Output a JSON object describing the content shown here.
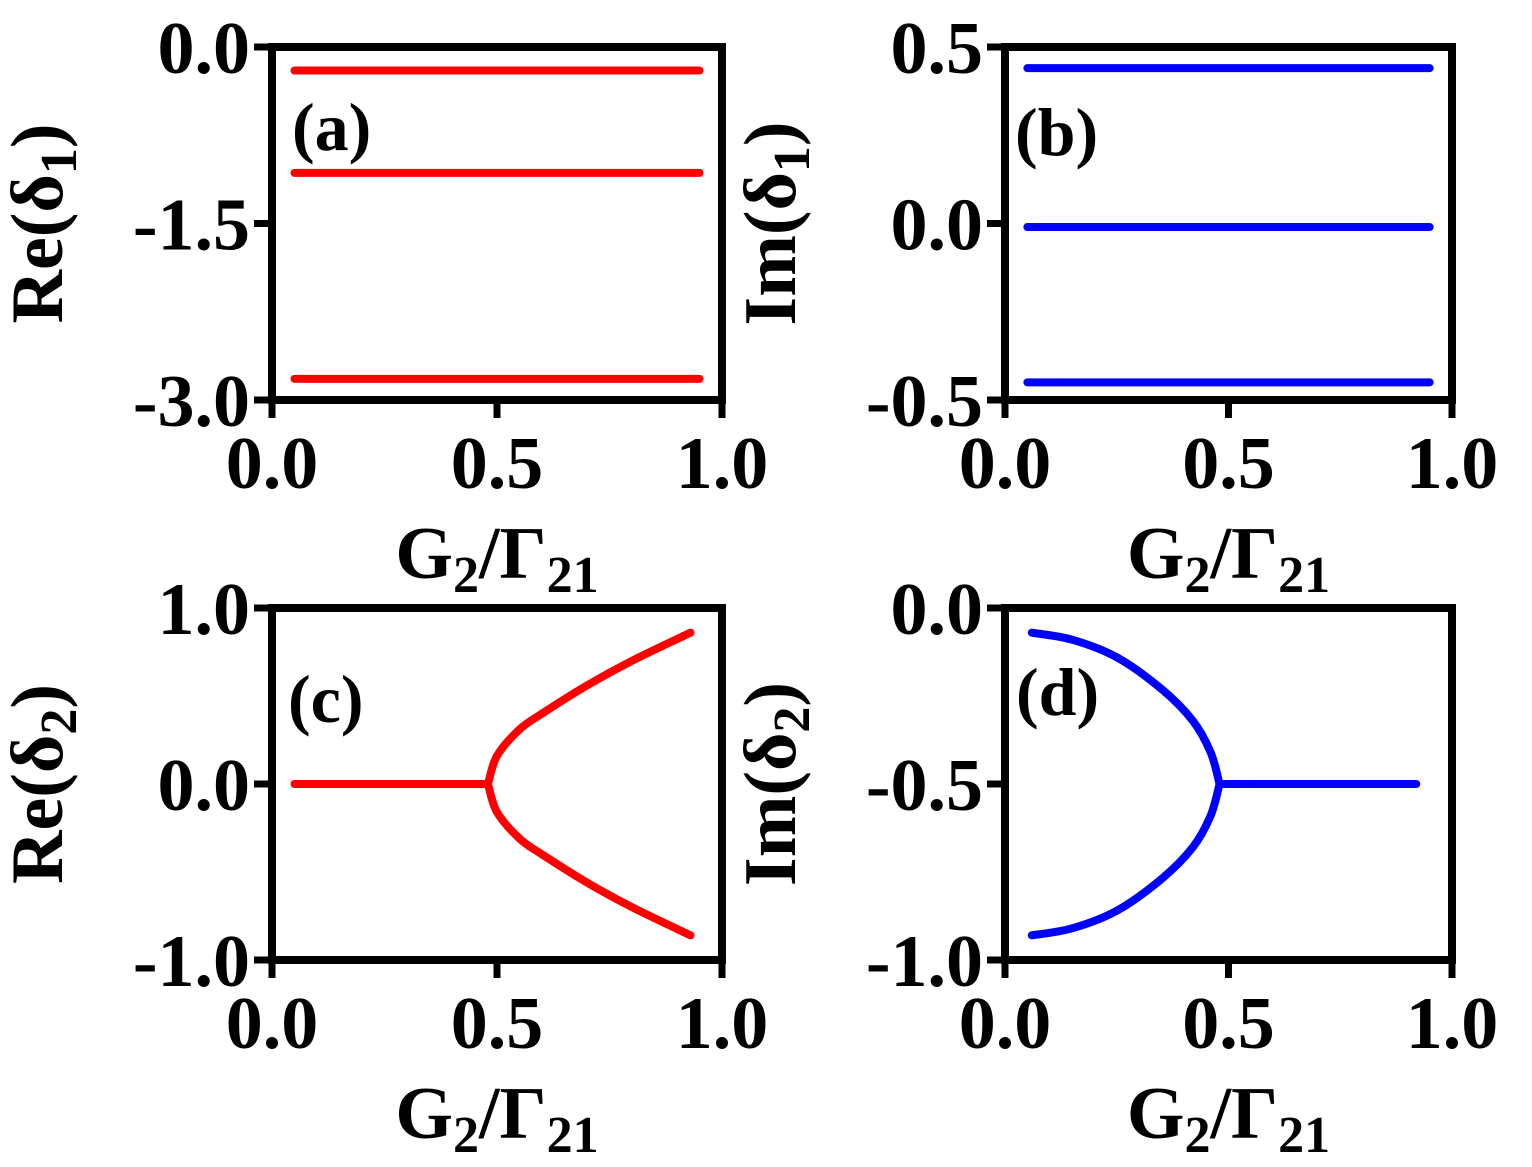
{
  "chart_data": [
    {
      "id": "a",
      "type": "line",
      "panel_label": "(a)",
      "xlabel": {
        "base": "G",
        "sub1": "2",
        "mid": "/Γ",
        "sub2": "21"
      },
      "ylabel": {
        "prefix": "Re(δ",
        "sub": "1",
        "suffix": ")"
      },
      "xlim": [
        0.0,
        1.0
      ],
      "ylim": [
        -3.0,
        0.0
      ],
      "xticks": [
        0.0,
        0.5,
        1.0
      ],
      "xtick_labels": [
        "0.0",
        "0.5",
        "1.0"
      ],
      "yticks": [
        0.0,
        -1.5,
        -3.0
      ],
      "ytick_labels": [
        "0.0",
        "-1.5",
        "-3.0"
      ],
      "color": "#ff0000",
      "series": [
        {
          "x": [
            0.05,
            0.95
          ],
          "y": [
            -0.2,
            -0.2
          ]
        },
        {
          "x": [
            0.05,
            0.95
          ],
          "y": [
            -1.07,
            -1.07
          ]
        },
        {
          "x": [
            0.05,
            0.95
          ],
          "y": [
            -2.82,
            -2.82
          ]
        }
      ]
    },
    {
      "id": "b",
      "type": "line",
      "panel_label": "(b)",
      "xlabel": {
        "base": "G",
        "sub1": "2",
        "mid": "/Γ",
        "sub2": "21"
      },
      "ylabel": {
        "prefix": "Im(δ",
        "sub": "1",
        "suffix": ")"
      },
      "xlim": [
        0.0,
        1.0
      ],
      "ylim": [
        -0.5,
        0.5
      ],
      "xticks": [
        0.0,
        0.5,
        1.0
      ],
      "xtick_labels": [
        "0.0",
        "0.5",
        "1.0"
      ],
      "yticks": [
        0.5,
        0.0,
        -0.5
      ],
      "ytick_labels": [
        "0.5",
        "0.0",
        "-0.5"
      ],
      "color": "#0000ff",
      "series": [
        {
          "x": [
            0.05,
            0.95
          ],
          "y": [
            0.44,
            0.44
          ]
        },
        {
          "x": [
            0.05,
            0.95
          ],
          "y": [
            -0.01,
            -0.01
          ]
        },
        {
          "x": [
            0.05,
            0.95
          ],
          "y": [
            -0.45,
            -0.45
          ]
        }
      ]
    },
    {
      "id": "c",
      "type": "line",
      "panel_label": "(c)",
      "xlabel": {
        "base": "G",
        "sub1": "2",
        "mid": "/Γ",
        "sub2": "21"
      },
      "ylabel": {
        "prefix": "Re(δ",
        "sub": "2",
        "suffix": ")"
      },
      "xlim": [
        0.0,
        1.0
      ],
      "ylim": [
        -1.0,
        1.0
      ],
      "xticks": [
        0.0,
        0.5,
        1.0
      ],
      "xtick_labels": [
        "0.0",
        "0.5",
        "1.0"
      ],
      "yticks": [
        1.0,
        0.0,
        -1.0
      ],
      "ytick_labels": [
        "1.0",
        "0.0",
        "-1.0"
      ],
      "color": "#ff0000",
      "series": [
        {
          "x": [
            0.05,
            0.2,
            0.35,
            0.48
          ],
          "y": [
            0.0,
            0.0,
            0.0,
            0.0
          ]
        },
        {
          "x": [
            0.48,
            0.5,
            0.55,
            0.6,
            0.7,
            0.8,
            0.93
          ],
          "y": [
            0.0,
            0.16,
            0.31,
            0.4,
            0.56,
            0.7,
            0.86
          ]
        },
        {
          "x": [
            0.48,
            0.5,
            0.55,
            0.6,
            0.7,
            0.8,
            0.93
          ],
          "y": [
            0.0,
            -0.16,
            -0.31,
            -0.4,
            -0.56,
            -0.7,
            -0.86
          ]
        }
      ]
    },
    {
      "id": "d",
      "type": "line",
      "panel_label": "(d)",
      "xlabel": {
        "base": "G",
        "sub1": "2",
        "mid": "/Γ",
        "sub2": "21"
      },
      "ylabel": {
        "prefix": "Im(δ",
        "sub": "2",
        "suffix": ")"
      },
      "xlim": [
        0.0,
        1.0
      ],
      "ylim": [
        -1.0,
        0.0
      ],
      "xticks": [
        0.0,
        0.5,
        1.0
      ],
      "xtick_labels": [
        "0.0",
        "0.5",
        "1.0"
      ],
      "yticks": [
        0.0,
        -0.5,
        -1.0
      ],
      "ytick_labels": [
        "0.0",
        "-0.5",
        "-1.0"
      ],
      "color": "#0000ff",
      "series": [
        {
          "x": [
            0.48,
            0.6,
            0.75,
            0.92
          ],
          "y": [
            -0.5,
            -0.5,
            -0.5,
            -0.5
          ]
        },
        {
          "x": [
            0.06,
            0.15,
            0.25,
            0.35,
            0.42,
            0.46,
            0.48
          ],
          "y": [
            -0.07,
            -0.09,
            -0.14,
            -0.23,
            -0.32,
            -0.41,
            -0.5
          ]
        },
        {
          "x": [
            0.06,
            0.15,
            0.25,
            0.35,
            0.42,
            0.46,
            0.48
          ],
          "y": [
            -0.93,
            -0.91,
            -0.86,
            -0.77,
            -0.68,
            -0.59,
            -0.5
          ]
        }
      ]
    }
  ]
}
